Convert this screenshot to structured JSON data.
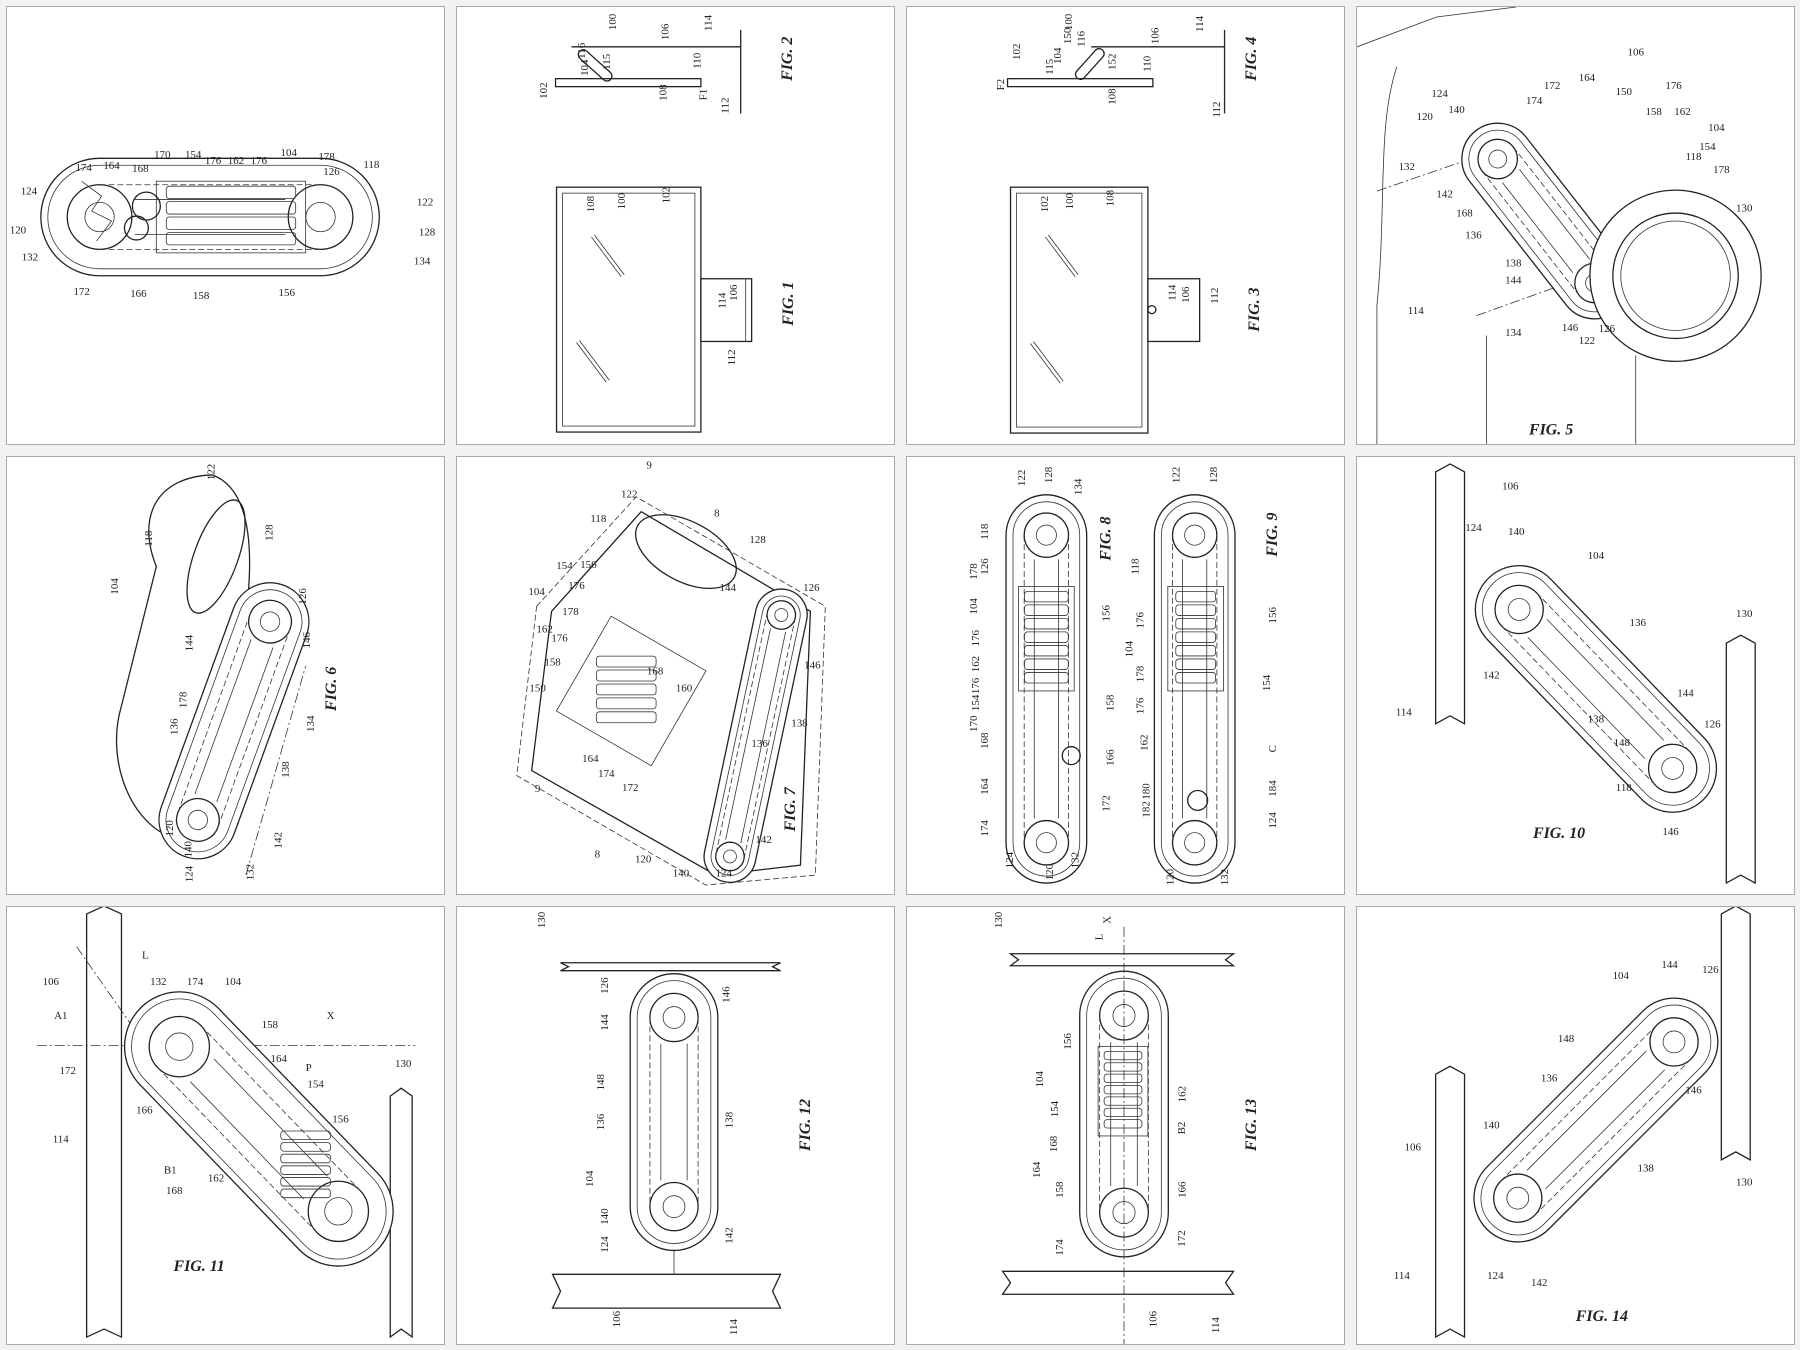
{
  "panels": [
    {
      "captions": [],
      "labels": [
        "174",
        "164",
        "168",
        "170",
        "154",
        "176",
        "162",
        "176",
        "104",
        "178",
        "126",
        "118",
        "124",
        "120",
        "132",
        "122",
        "128",
        "134",
        "172",
        "166",
        "158",
        "156"
      ]
    },
    {
      "captions": [
        "FIG. 2",
        "FIG. 1"
      ],
      "labels": [
        "100",
        "106",
        "114",
        "116",
        "104",
        "115",
        "110",
        "102",
        "108",
        "F1",
        "112",
        "108",
        "100",
        "102",
        "114",
        "106",
        "112"
      ]
    },
    {
      "captions": [
        "FIG. 4",
        "FIG. 3"
      ],
      "labels": [
        "100",
        "106",
        "114",
        "150",
        "116",
        "104",
        "115",
        "152",
        "110",
        "102",
        "F2",
        "108",
        "112",
        "102",
        "100",
        "108",
        "114",
        "106",
        "112"
      ]
    },
    {
      "captions": [
        "FIG. 5"
      ],
      "labels": [
        "106",
        "124",
        "172",
        "164",
        "150",
        "176",
        "120",
        "140",
        "174",
        "158",
        "162",
        "104",
        "154",
        "118",
        "178",
        "132",
        "142",
        "168",
        "136",
        "130",
        "138",
        "144",
        "114",
        "134",
        "146",
        "122",
        "126"
      ]
    },
    {
      "captions": [
        "FIG. 6"
      ],
      "labels": [
        "122",
        "128",
        "118",
        "104",
        "126",
        "146",
        "144",
        "178",
        "136",
        "134",
        "138",
        "120",
        "140",
        "142",
        "124",
        "132"
      ]
    },
    {
      "captions": [
        "FIG. 7"
      ],
      "labels": [
        "9",
        "122",
        "118",
        "8",
        "128",
        "126",
        "104",
        "154",
        "156",
        "176",
        "178",
        "162",
        "176",
        "158",
        "144",
        "146",
        "168",
        "160",
        "150",
        "138",
        "136",
        "164",
        "174",
        "172",
        "9",
        "8",
        "120",
        "140",
        "124",
        "142"
      ]
    },
    {
      "captions": [
        "FIG. 8",
        "FIG. 9"
      ],
      "labels": [
        "122",
        "128",
        "134",
        "118",
        "126",
        "178",
        "104",
        "176",
        "162",
        "176",
        "154",
        "170",
        "168",
        "156",
        "158",
        "166",
        "172",
        "164",
        "174",
        "124",
        "120",
        "132",
        "122",
        "128",
        "118",
        "176",
        "178",
        "176",
        "104",
        "162",
        "156",
        "154",
        "C",
        "180",
        "182",
        "184",
        "124",
        "120",
        "132"
      ]
    },
    {
      "captions": [
        "FIG. 10"
      ],
      "labels": [
        "106",
        "124",
        "140",
        "104",
        "136",
        "130",
        "142",
        "114",
        "144",
        "126",
        "138",
        "148",
        "118",
        "146"
      ]
    },
    {
      "captions": [
        "FIG. 11"
      ],
      "labels": [
        "L",
        "106",
        "132",
        "174",
        "104",
        "A1",
        "X",
        "158",
        "172",
        "164",
        "P",
        "154",
        "130",
        "166",
        "156",
        "114",
        "B1",
        "168",
        "162"
      ]
    },
    {
      "captions": [
        "FIG. 12"
      ],
      "labels": [
        "130",
        "126",
        "146",
        "144",
        "148",
        "136",
        "138",
        "104",
        "140",
        "142",
        "124",
        "106",
        "114"
      ]
    },
    {
      "captions": [
        "FIG. 13"
      ],
      "labels": [
        "130",
        "L",
        "X",
        "156",
        "104",
        "154",
        "162",
        "168",
        "B2",
        "164",
        "166",
        "158",
        "172",
        "174",
        "106",
        "114"
      ]
    },
    {
      "captions": [
        "FIG. 14"
      ],
      "labels": [
        "104",
        "144",
        "126",
        "148",
        "136",
        "146",
        "140",
        "138",
        "106",
        "130",
        "114",
        "124",
        "142"
      ]
    }
  ]
}
